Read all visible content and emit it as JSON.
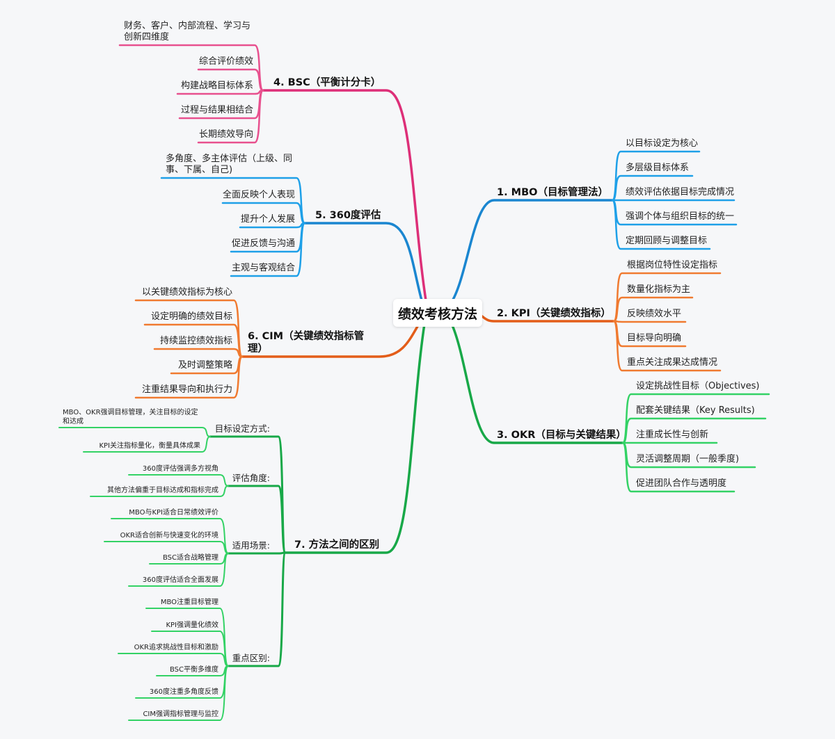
{
  "center": "绩效考核方法",
  "branches": [
    {
      "label": "1. MBO（目标管理法）",
      "color": "#1a86d0",
      "kid_color": "#1ea0e8",
      "children": [
        "以目标设定为核心",
        "多层级目标体系",
        "绩效评估依据目标完成情况",
        "强调个体与组织目标的统一",
        "定期回顾与调整目标"
      ]
    },
    {
      "label": "2. KPI（关键绩效指标）",
      "color": "#e35d19",
      "kid_color": "#f07a30",
      "children": [
        "根据岗位特性设定指标",
        "数量化指标为主",
        "反映绩效水平",
        "目标导向明确",
        "重点关注成果达成情况"
      ]
    },
    {
      "label": "3. OKR（目标与关键结果）",
      "color": "#18a848",
      "kid_color": "#33d265",
      "children": [
        "设定挑战性目标（Objectives)",
        "配套关键结果（Key Results)",
        "注重成长性与创新",
        "灵活调整周期（一般季度)",
        "促进团队合作与透明度"
      ]
    },
    {
      "label": "4. BSC（平衡计分卡）",
      "color": "#dd2f78",
      "kid_color": "#e8508e",
      "children": [
        "财务、客户、内部流程、学习与创新四维度",
        "综合评价绩效",
        "构建战略目标体系",
        "过程与结果相结合",
        "长期绩效导向"
      ]
    },
    {
      "label": "5. 360度评估",
      "color": "#1a86d0",
      "kid_color": "#1ea0e8",
      "children": [
        "多角度、多主体评估（上级、同事、下属、自己)",
        "全面反映个人表现",
        "提升个人发展",
        "促进反馈与沟通",
        "主观与客观结合"
      ]
    },
    {
      "label": "6. CIM（关键绩效指标管理）",
      "color": "#e35d19",
      "kid_color": "#f07a30",
      "children": [
        "以关键绩效指标为核心",
        "设定明确的绩效目标",
        "持续监控绩效指标",
        "及时调整策略",
        "注重结果导向和执行力"
      ]
    },
    {
      "label": "7. 方法之间的区别",
      "color": "#18a848",
      "kid_color": "#33d265",
      "groups": [
        {
          "label": "目标设定方式:",
          "children": [
            "MBO、OKR强调目标管理，关注目标的设定和达成",
            "KPI关注指标量化，衡量具体成果"
          ]
        },
        {
          "label": "评估角度:",
          "children": [
            "360度评估强调多方视角",
            "其他方法偏重于目标达成和指标完成"
          ]
        },
        {
          "label": "适用场景:",
          "children": [
            "MBO与KPI适合日常绩效评价",
            "OKR适合创新与快速变化的环境",
            "BSC适合战略管理",
            "360度评估适合全面发展"
          ]
        },
        {
          "label": "重点区别:",
          "children": [
            "MBO注重目标管理",
            "KPI强调量化绩效",
            "OKR追求挑战性目标和激励",
            "BSC平衡多维度",
            "360度注重多角度反馈",
            "CIM强调指标管理与监控"
          ]
        }
      ]
    }
  ]
}
